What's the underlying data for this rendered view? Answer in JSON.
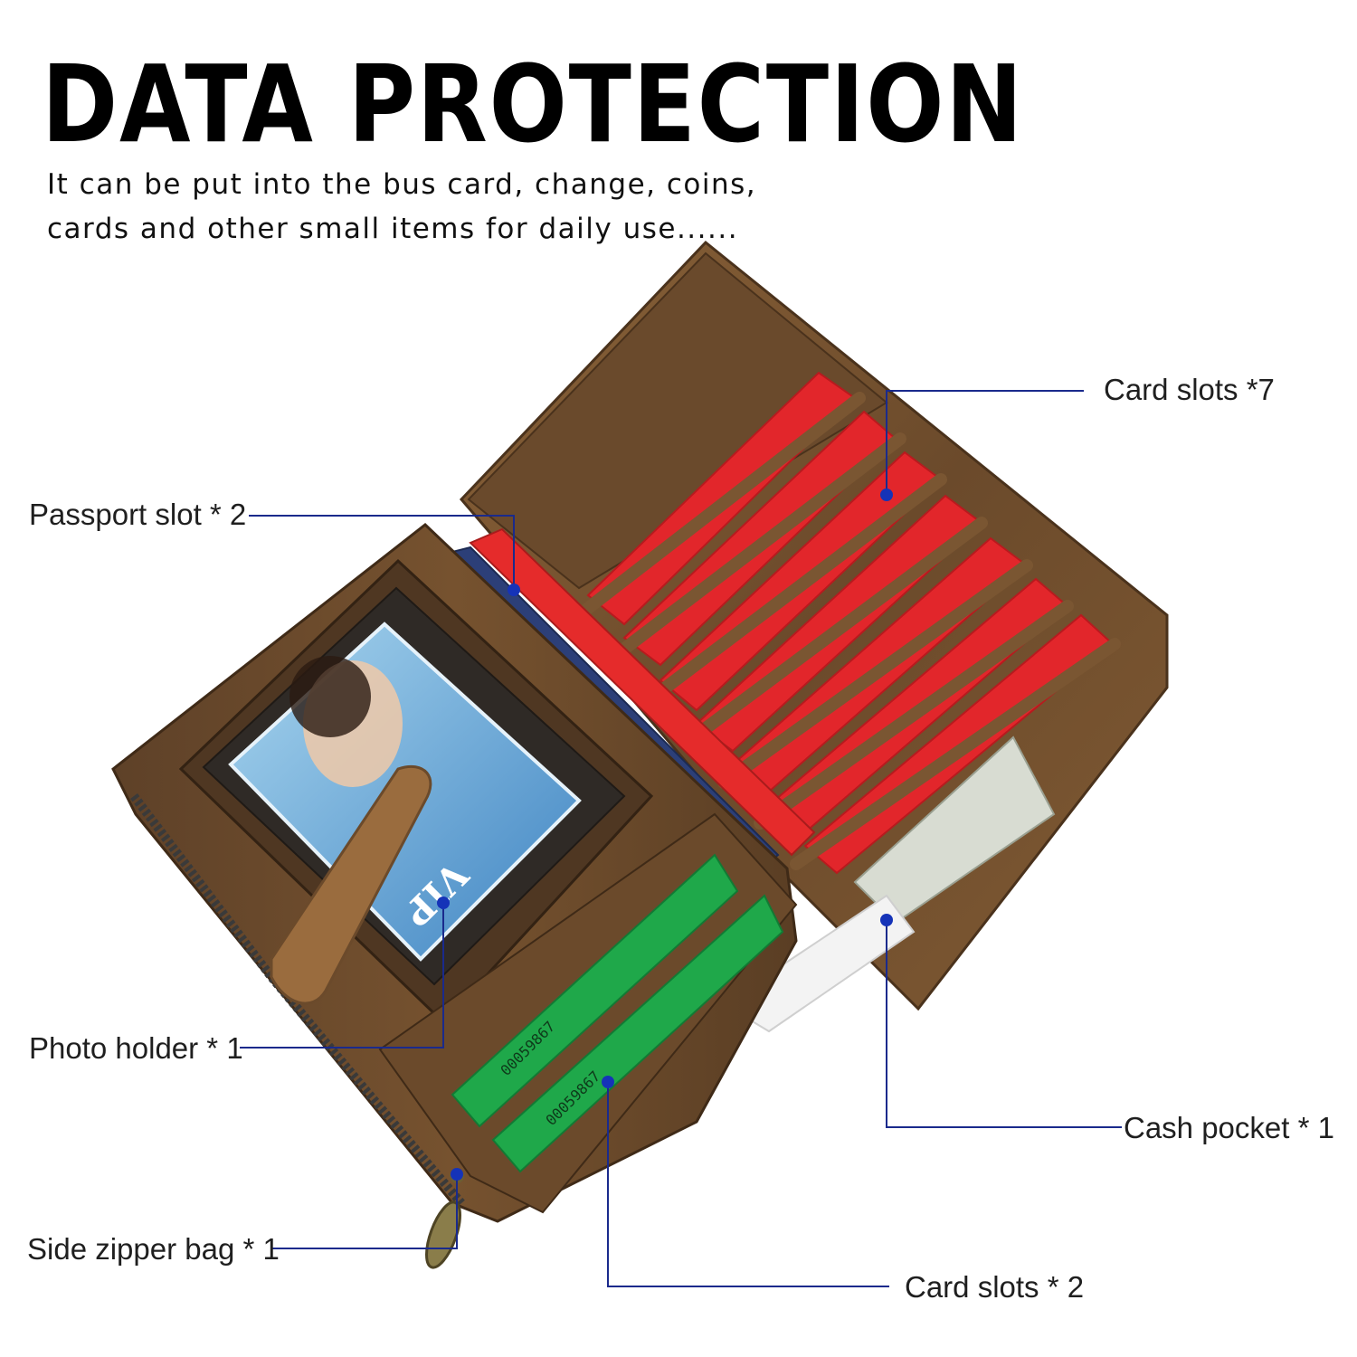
{
  "header": {
    "title": "DATA PROTECTION",
    "subtitle_line1": "It can be put into the bus card, change, coins,",
    "subtitle_line2": "cards and other small items for daily use......"
  },
  "callouts": {
    "card_slots_7": "Card slots  *7",
    "passport_slot": "Passport slot * 2",
    "photo_holder": "Photo holder * 1",
    "cash_pocket": "Cash pocket  * 1",
    "side_zipper": "Side zipper bag * 1",
    "card_slots_2": "Card slots  * 2"
  },
  "photo_card": {
    "badge": "VIP"
  },
  "green_cards": {
    "number_1": "00059867",
    "number_2": "00059867"
  },
  "colors": {
    "leader_line": "#1a2a8c",
    "leader_dot": "#1533b8",
    "leather_dark": "#5a3e24",
    "leather_mid": "#7a5632",
    "leather_light": "#9a6c3e",
    "card_red": "#e2262b",
    "card_green": "#1fa84a",
    "passport_blue": "#2c3f78",
    "passport_red": "#e52b2b"
  }
}
